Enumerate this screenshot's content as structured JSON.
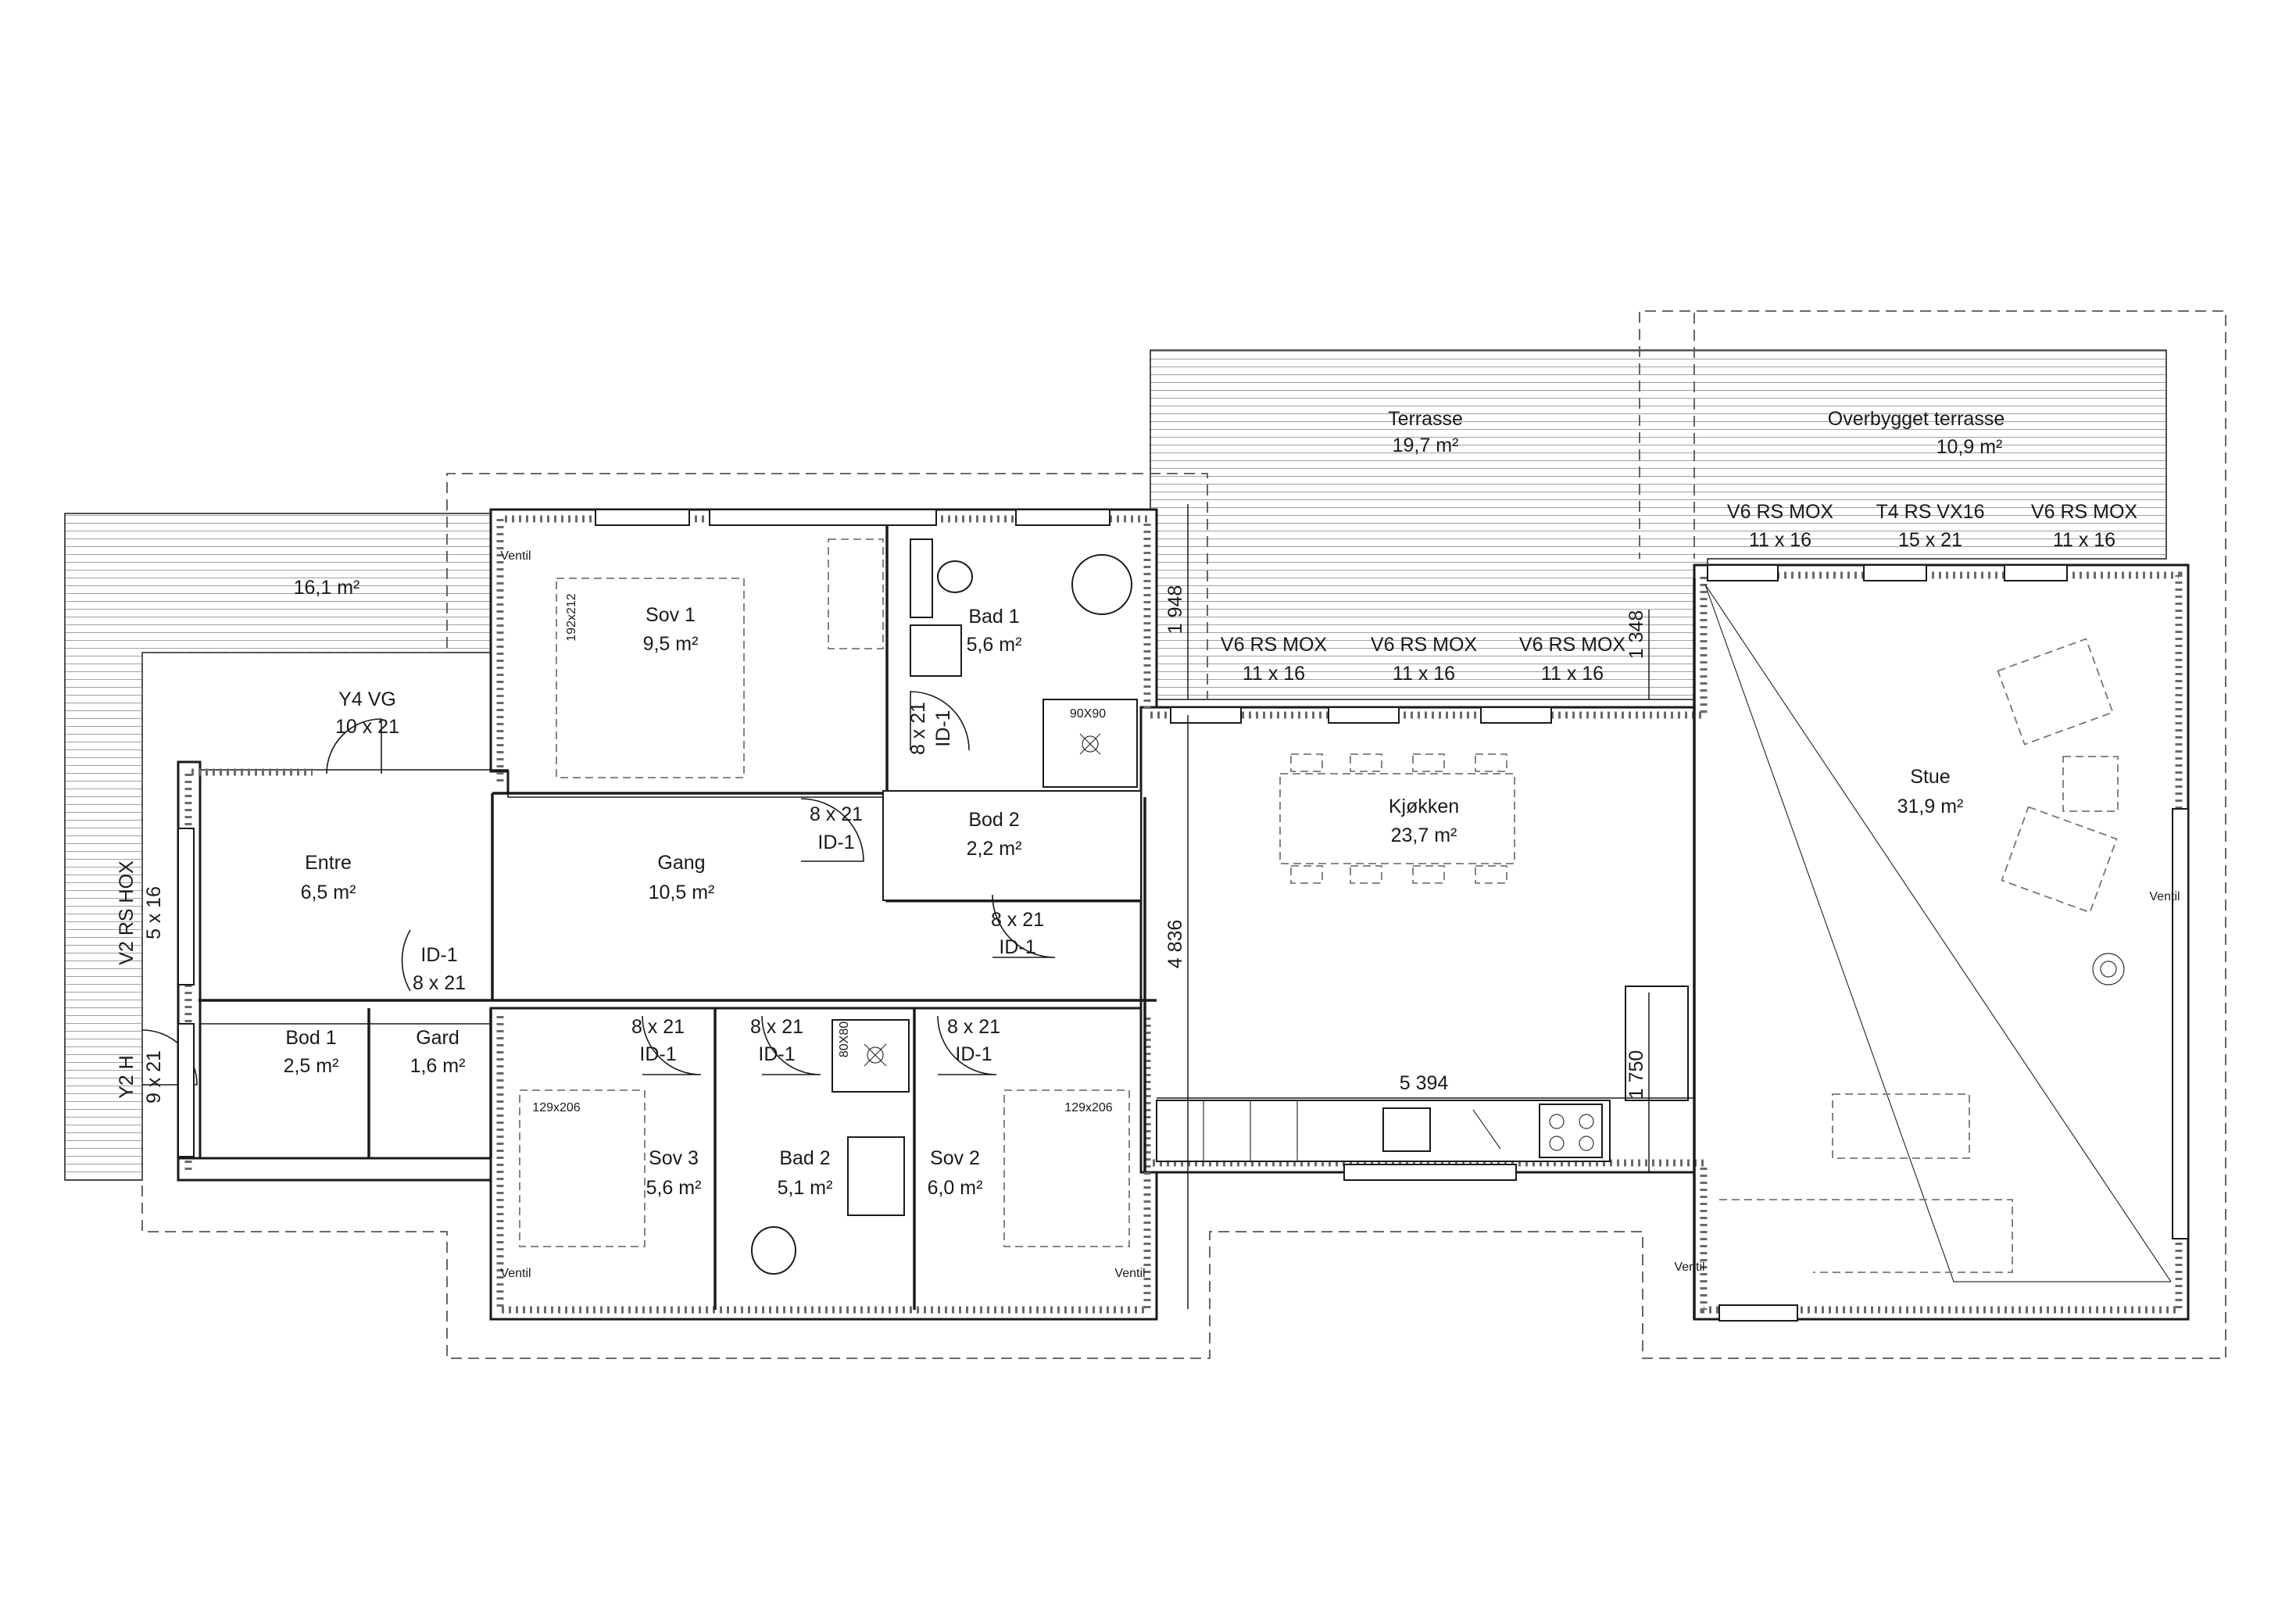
{
  "colors": {
    "line": "#1a1a1a",
    "hatch": "#9a9a9a",
    "dashed": "#555555",
    "background": "#ffffff"
  },
  "rooms": {
    "terrasse": {
      "name": "Terrasse",
      "area": "19,7 m²"
    },
    "overbygget": {
      "name": "Overbygget terrasse",
      "area": "10,9 m²"
    },
    "deck_west": {
      "area": "16,1 m²"
    },
    "sov1": {
      "name": "Sov 1",
      "area": "9,5 m²",
      "bed": "192x212"
    },
    "bad1": {
      "name": "Bad 1",
      "area": "5,6 m²",
      "shower": "90X90"
    },
    "entre": {
      "name": "Entre",
      "area": "6,5 m²"
    },
    "gang": {
      "name": "Gang",
      "area": "10,5 m²"
    },
    "bod2": {
      "name": "Bod 2",
      "area": "2,2 m²"
    },
    "kjokken": {
      "name": "Kjøkken",
      "area": "23,7 m²"
    },
    "stue": {
      "name": "Stue",
      "area": "31,9 m²"
    },
    "bod1": {
      "name": "Bod 1",
      "area": "2,5 m²"
    },
    "gard": {
      "name": "Gard",
      "area": "1,6 m²"
    },
    "sov3": {
      "name": "Sov 3",
      "area": "5,6 m²",
      "bed": "129x206"
    },
    "bad2": {
      "name": "Bad 2",
      "area": "5,1 m²",
      "shower": "80X80"
    },
    "sov2": {
      "name": "Sov 2",
      "area": "6,0 m²",
      "bed": "129x206"
    }
  },
  "windows": {
    "ns1": {
      "type": "V6 RS MOX",
      "size": "11 x 16"
    },
    "ns2": {
      "type": "T4 RS VX16",
      "size": "15 x 21"
    },
    "ns3": {
      "type": "V6 RS MOX",
      "size": "11 x 16"
    },
    "k1": {
      "type": "V6 RS MOX",
      "size": "11 x 16"
    },
    "k2": {
      "type": "V6 RS MOX",
      "size": "11 x 16"
    },
    "k3": {
      "type": "V6 RS MOX",
      "size": "11 x 16"
    },
    "entry_door": {
      "type": "Y4 VG",
      "size": "10 x 21"
    },
    "west_window": {
      "type": "V2 RS HOX",
      "size": "5 x 16"
    },
    "west_door": {
      "type": "Y2 H",
      "size": "9 x 21"
    }
  },
  "doors": {
    "bad1": {
      "size": "8 x 21",
      "id": "ID-1"
    },
    "sov1": {
      "size": "8 x 21",
      "id": "ID-1"
    },
    "bod2": {
      "size": "8 x 21",
      "id": "ID-1"
    },
    "entre": {
      "id": "ID-1",
      "size": "8 x 21"
    },
    "sov3": {
      "size": "8 x 21",
      "id": "ID-1"
    },
    "bad2": {
      "size": "8 x 21",
      "id": "ID-1"
    },
    "sov2": {
      "size": "8 x 21",
      "id": "ID-1"
    }
  },
  "dimensions": {
    "d1948": "1 948",
    "d1348": "1 348",
    "d4836": "4 836",
    "d1750": "1 750",
    "d5394": "5 394"
  },
  "vent_label": "Ventil"
}
